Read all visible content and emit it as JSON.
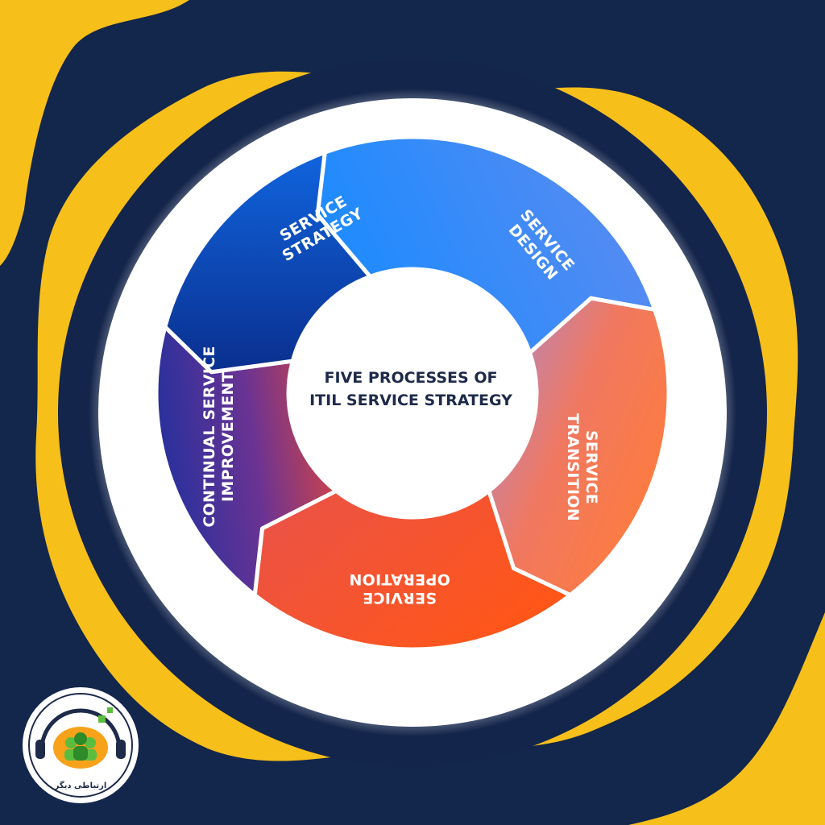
{
  "colors": {
    "background": "#13264b",
    "wave": "#f7bf1a",
    "ring_dark": "#14254b",
    "ring_white": "#ffffff",
    "divider": "#ffffff",
    "center_text": "#1d2a4a"
  },
  "center": {
    "line1": "FIVE PROCESSES OF",
    "line2": "ITIL SERVICE STRATEGY"
  },
  "segments": [
    {
      "id": "strategy",
      "line1": "SERVICE",
      "line2": "STRATEGY",
      "colors": [
        "#1b8bff",
        "#5d8bf0"
      ]
    },
    {
      "id": "design",
      "line1": "SERVICE",
      "line2": "DESIGN",
      "colors": [
        "#a98bd2",
        "#ff7c3c"
      ]
    },
    {
      "id": "transition",
      "line1": "SERVICE",
      "line2": "TRANSITION",
      "colors": [
        "#f2633e",
        "#ff5618"
      ]
    },
    {
      "id": "operation",
      "line1": "SERVICE",
      "line2": "OPERATION",
      "colors": [
        "#2c2f9a",
        "#c8424e"
      ]
    },
    {
      "id": "improvement",
      "line1": "CONTINUAL SERVICE",
      "line2": "IMPROVEMENT",
      "colors": [
        "#0a3da6",
        "#1a6ff0"
      ]
    }
  ],
  "logo": {
    "icon": "headset-people-icon",
    "caption": "ارتباطی دیگر"
  }
}
